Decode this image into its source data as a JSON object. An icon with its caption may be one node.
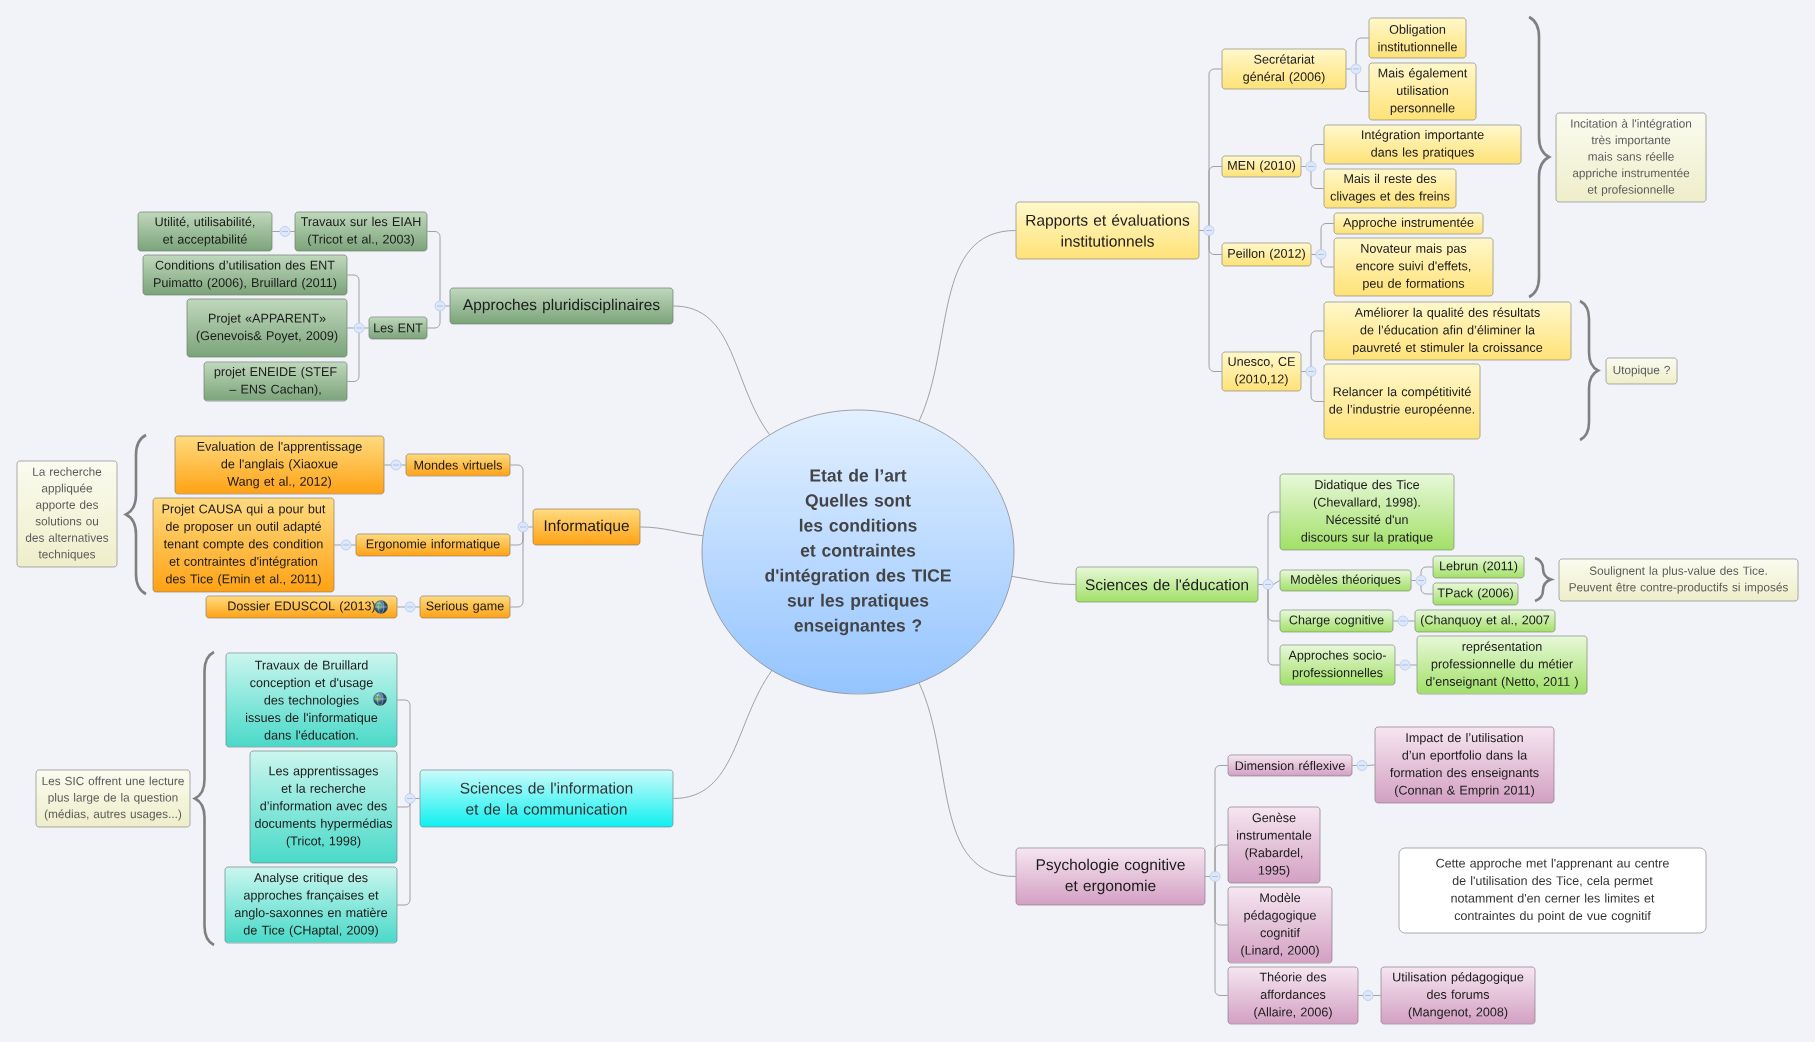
{
  "diagram": {
    "nodes": [
      {
        "text": [
          "Etat de l’art",
          "Quelles sont les conditions et contraintes d'intégration des TICE sur les pratiques enseignantes ?"
        ]
      },
      {
        "text": [
          "Rapports et évaluations institutionnels"
        ]
      },
      {
        "text": [
          "Secrétariat général (2006)"
        ]
      },
      {
        "text": [
          "Obligation institutionnelle"
        ]
      },
      {
        "text": [
          "Mais également utilisation personnelle"
        ]
      },
      {
        "text": [
          "MEN (2010)"
        ]
      },
      {
        "text": [
          "Intégration importante dans les pratiques"
        ]
      },
      {
        "text": [
          "Mais il reste des clivages et des freins"
        ]
      },
      {
        "text": [
          "Peillon (2012)"
        ]
      },
      {
        "text": [
          "Approche instrumentée"
        ]
      },
      {
        "text": [
          "Novateur mais pas encore suivi d'effets, peu de formations"
        ]
      },
      {
        "text": [
          "Unesco, CE (2010,12)"
        ]
      },
      {
        "text": [
          "Améliorer la qualité des résultats de l’éducation afin d’éliminer la pauvreté et stimuler la croissance"
        ]
      },
      {
        "text": [
          "Relancer la compétitivité de l’industrie européenne."
        ]
      },
      {
        "text": [
          "Incitation à l'intégration très importante mais sans réelle appriche instrumentée et profesionnelle"
        ]
      },
      {
        "text": [
          "Utopique ?"
        ]
      },
      {
        "text": [
          "Sciences de l'éducation"
        ]
      },
      {
        "text": [
          "Didatique des Tice (Chevallard, 1998). Nécessité d'un discours sur la pratique"
        ]
      },
      {
        "text": [
          "Modèles théoriques"
        ]
      },
      {
        "text": [
          "Lebrun (2011)"
        ]
      },
      {
        "text": [
          "TPack (2006)"
        ]
      },
      {
        "text": [
          "Soulignent la plus-value des Tice. Peuvent être contre-productifs si imposés"
        ]
      },
      {
        "text": [
          "Charge cognitive"
        ]
      },
      {
        "text": [
          "(Chanquoy et al., 2007"
        ]
      },
      {
        "text": [
          "Approches socio-professionnelles"
        ]
      },
      {
        "text": [
          "représentation professionnelle du métier d’enseignant (Netto, 2011 )"
        ]
      },
      {
        "text": [
          "Psychologie cognitive et ergonomie"
        ]
      },
      {
        "text": [
          "Dimension réflexive"
        ]
      },
      {
        "text": [
          "Impact de l’utilisation d’un eportfolio dans la formation des enseignants (Connan & Emprin 2011)"
        ]
      },
      {
        "text": [
          "Genèse instrumentale (Rabardel, 1995)"
        ]
      },
      {
        "text": [
          "Modèle pédagogique cognitif (Linard, 2000)"
        ]
      },
      {
        "text": [
          "Théorie des affordances (Allaire, 2006)"
        ]
      },
      {
        "text": [
          "Utilisation pédagogique des forums (Mangenot, 2008)"
        ]
      },
      {
        "text": [
          "Cette approche met l'apprenant au centre de l'utilisation des Tice, cela permet notamment d'en cerner les limites et contraintes du point de vue cognitif"
        ]
      },
      {
        "text": [
          "Approches pluridisciplinaires"
        ]
      },
      {
        "text": [
          "Travaux sur les EIAH (Tricot et al., 2003)"
        ]
      },
      {
        "text": [
          "Utilité, utilisabilité, et acceptabilité"
        ]
      },
      {
        "text": [
          "Les ENT"
        ]
      },
      {
        "text": [
          "Conditions d’utilisation des ENT Puimatto (2006), Bruillard (2011)"
        ]
      },
      {
        "text": [
          "Projet «APPARENT» (Genevois& Poyet, 2009)"
        ]
      },
      {
        "text": [
          "projet ENEIDE (STEF – ENS Cachan),"
        ]
      },
      {
        "text": [
          "Informatique"
        ]
      },
      {
        "text": [
          "Mondes virtuels"
        ]
      },
      {
        "text": [
          "Evaluation de l'apprentissage de l'anglais (Xiaoxue Wang et al., 2012)"
        ]
      },
      {
        "text": [
          "Ergonomie informatique"
        ]
      },
      {
        "text": [
          "Projet CAUSA qui a pour but de proposer un outil adapté tenant compte des condition et contraintes d'intégration des Tice (Emin et al., 2011)"
        ]
      },
      {
        "text": [
          "Serious game"
        ]
      },
      {
        "text": [
          "Dossier EDUSCOL (2013)"
        ]
      },
      {
        "text": [
          "La recherche appliquée apporte des solutions ou des alternatives techniques"
        ]
      },
      {
        "text": [
          "Sciences de l'information et de la communication"
        ]
      },
      {
        "text": [
          "Travaux de Bruillard conception et d'usage des technologies issues de l'informatique dans l'éducation."
        ]
      },
      {
        "text": [
          "Les apprentissages et la recherche d’information avec des documents hypermédias (Tricot, 1998)"
        ]
      },
      {
        "text": [
          "Analyse critique des approches françaises et anglo-saxonnes en matière de Tice (CHaptal, 2009)"
        ]
      },
      {
        "text": [
          "Les SIC offrent une lecture plus large de la question (médias, autres usages...)"
        ]
      },
      {
        "text": [],
        "shape": "circle"
      },
      {
        "text": [],
        "shape": "circle"
      },
      {
        "text": [],
        "shape": "circle"
      },
      {
        "text": [],
        "shape": "circle"
      },
      {
        "text": [],
        "shape": "circle"
      },
      {
        "text": [],
        "shape": "circle"
      },
      {
        "text": [],
        "shape": "circle"
      },
      {
        "text": [],
        "shape": "circle"
      },
      {
        "text": [],
        "shape": "circle"
      },
      {
        "text": [],
        "shape": "circle"
      },
      {
        "text": [],
        "shape": "circle"
      },
      {
        "text": [],
        "shape": "circle"
      },
      {
        "text": [],
        "shape": "circle"
      },
      {
        "text": [],
        "shape": "circle"
      },
      {
        "text": [],
        "shape": "circle"
      },
      {
        "text": [],
        "shape": "circle"
      },
      {
        "text": [],
        "shape": "circle"
      },
      {
        "text": [],
        "shape": "circle"
      },
      {
        "text": [],
        "shape": "circle"
      },
      {
        "text": [],
        "shape": "circle"
      }
    ],
    "edges": [
      {
        "from": 0,
        "to": 1,
        "arrow": "none"
      },
      {
        "from": 1,
        "to": 54,
        "arrow": "none"
      },
      {
        "from": 54,
        "to": 2,
        "arrow": "none"
      },
      {
        "from": 2,
        "to": 55,
        "arrow": "none"
      },
      {
        "from": 55,
        "to": 3,
        "arrow": "none"
      },
      {
        "from": 55,
        "to": 4,
        "arrow": "none"
      },
      {
        "from": 54,
        "to": 5,
        "arrow": "none"
      },
      {
        "from": 5,
        "to": 56,
        "arrow": "none"
      },
      {
        "from": 56,
        "to": 6,
        "arrow": "none"
      },
      {
        "from": 56,
        "to": 7,
        "arrow": "none"
      },
      {
        "from": 54,
        "to": 8,
        "arrow": "none"
      },
      {
        "from": 8,
        "to": 57,
        "arrow": "none"
      },
      {
        "from": 57,
        "to": 9,
        "arrow": "none"
      },
      {
        "from": 57,
        "to": 10,
        "arrow": "none"
      },
      {
        "from": 54,
        "to": 11,
        "arrow": "none"
      },
      {
        "from": 11,
        "to": 58,
        "arrow": "none"
      },
      {
        "from": 58,
        "to": 12,
        "arrow": "none"
      },
      {
        "from": 58,
        "to": 13,
        "arrow": "none"
      },
      {
        "from": 0,
        "to": 16,
        "arrow": "none"
      },
      {
        "from": 16,
        "to": 59,
        "arrow": "none"
      },
      {
        "from": 59,
        "to": 17,
        "arrow": "none"
      },
      {
        "from": 59,
        "to": 18,
        "arrow": "none"
      },
      {
        "from": 18,
        "to": 60,
        "arrow": "none"
      },
      {
        "from": 60,
        "to": 19,
        "arrow": "none"
      },
      {
        "from": 60,
        "to": 20,
        "arrow": "none"
      },
      {
        "from": 59,
        "to": 22,
        "arrow": "none"
      },
      {
        "from": 22,
        "to": 61,
        "arrow": "none"
      },
      {
        "from": 61,
        "to": 23,
        "arrow": "none"
      },
      {
        "from": 59,
        "to": 24,
        "arrow": "none"
      },
      {
        "from": 24,
        "to": 62,
        "arrow": "none"
      },
      {
        "from": 62,
        "to": 25,
        "arrow": "none"
      },
      {
        "from": 0,
        "to": 26,
        "arrow": "none"
      },
      {
        "from": 26,
        "to": 63,
        "arrow": "none"
      },
      {
        "from": 63,
        "to": 27,
        "arrow": "none"
      },
      {
        "from": 27,
        "to": 64,
        "arrow": "none"
      },
      {
        "from": 64,
        "to": 28,
        "arrow": "none"
      },
      {
        "from": 63,
        "to": 29,
        "arrow": "none"
      },
      {
        "from": 63,
        "to": 30,
        "arrow": "none"
      },
      {
        "from": 63,
        "to": 31,
        "arrow": "none"
      },
      {
        "from": 31,
        "to": 65,
        "arrow": "none"
      },
      {
        "from": 65,
        "to": 32,
        "arrow": "none"
      },
      {
        "from": 0,
        "to": 34,
        "arrow": "none"
      },
      {
        "from": 34,
        "to": 66,
        "arrow": "none"
      },
      {
        "from": 66,
        "to": 35,
        "arrow": "none"
      },
      {
        "from": 35,
        "to": 67,
        "arrow": "none"
      },
      {
        "from": 67,
        "to": 36,
        "arrow": "none"
      },
      {
        "from": 66,
        "to": 37,
        "arrow": "none"
      },
      {
        "from": 37,
        "to": 68,
        "arrow": "none"
      },
      {
        "from": 68,
        "to": 38,
        "arrow": "none"
      },
      {
        "from": 68,
        "to": 39,
        "arrow": "none"
      },
      {
        "from": 68,
        "to": 40,
        "arrow": "none"
      },
      {
        "from": 0,
        "to": 41,
        "arrow": "none"
      },
      {
        "from": 41,
        "to": 69,
        "arrow": "none"
      },
      {
        "from": 69,
        "to": 42,
        "arrow": "none"
      },
      {
        "from": 42,
        "to": 70,
        "arrow": "none"
      },
      {
        "from": 70,
        "to": 43,
        "arrow": "none"
      },
      {
        "from": 69,
        "to": 44,
        "arrow": "none"
      },
      {
        "from": 44,
        "to": 71,
        "arrow": "none"
      },
      {
        "from": 71,
        "to": 45,
        "arrow": "none"
      },
      {
        "from": 69,
        "to": 46,
        "arrow": "none"
      },
      {
        "from": 46,
        "to": 72,
        "arrow": "none"
      },
      {
        "from": 72,
        "to": 47,
        "arrow": "none"
      },
      {
        "from": 0,
        "to": 49,
        "arrow": "none"
      },
      {
        "from": 49,
        "to": 73,
        "arrow": "none"
      },
      {
        "from": 73,
        "to": 50,
        "arrow": "none"
      },
      {
        "from": 73,
        "to": 51,
        "arrow": "none"
      },
      {
        "from": 73,
        "to": 52,
        "arrow": "none"
      }
    ]
  }
}
